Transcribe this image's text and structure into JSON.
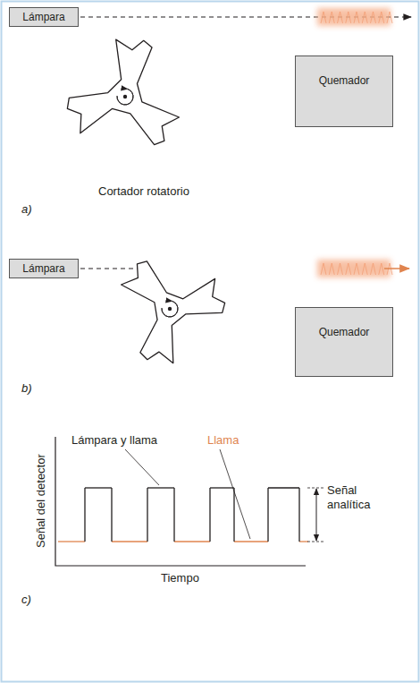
{
  "diagram": {
    "nodes": [
      {
        "text": [
          "Lámpara"
        ]
      },
      {
        "text": [
          "Quemador"
        ]
      },
      {
        "text": [
          "Lámpara"
        ]
      },
      {
        "text": [
          "Quemador"
        ]
      }
    ],
    "labels": [
      "Cortador rotatorio",
      "a)",
      "b)",
      "Lámpara y llama",
      "Llama",
      "Señal del detector",
      "Señal analítica",
      "Tiempo",
      "c)"
    ]
  }
}
